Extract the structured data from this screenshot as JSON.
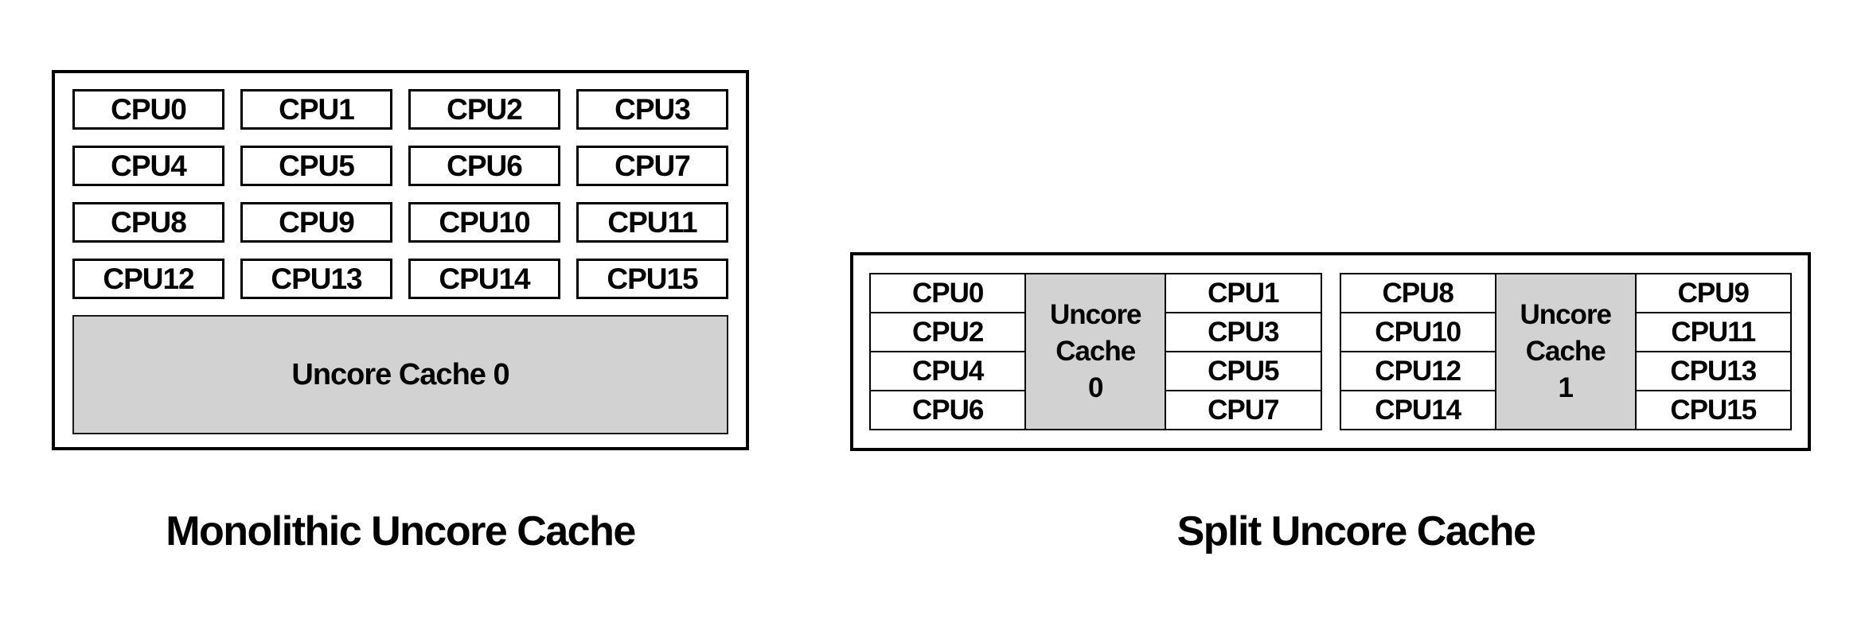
{
  "page": {
    "background": "#ffffff",
    "border_color": "#000000",
    "uncore_fill": "#d2d2d2",
    "text_color": "#000000"
  },
  "monolithic": {
    "caption": "Monolithic Uncore Cache",
    "cpus": [
      "CPU0",
      "CPU1",
      "CPU2",
      "CPU3",
      "CPU4",
      "CPU5",
      "CPU6",
      "CPU7",
      "CPU8",
      "CPU9",
      "CPU10",
      "CPU11",
      "CPU12",
      "CPU13",
      "CPU14",
      "CPU15"
    ],
    "uncore_label": "Uncore Cache 0"
  },
  "split": {
    "caption": "Split Uncore Cache",
    "groups": [
      {
        "left_cpus": [
          "CPU0",
          "CPU2",
          "CPU4",
          "CPU6"
        ],
        "uncore_lines": [
          "Uncore",
          "Cache",
          "0"
        ],
        "right_cpus": [
          "CPU1",
          "CPU3",
          "CPU5",
          "CPU7"
        ]
      },
      {
        "left_cpus": [
          "CPU8",
          "CPU10",
          "CPU12",
          "CPU14"
        ],
        "uncore_lines": [
          "Uncore",
          "Cache",
          "1"
        ],
        "right_cpus": [
          "CPU9",
          "CPU11",
          "CPU13",
          "CPU15"
        ]
      }
    ]
  }
}
